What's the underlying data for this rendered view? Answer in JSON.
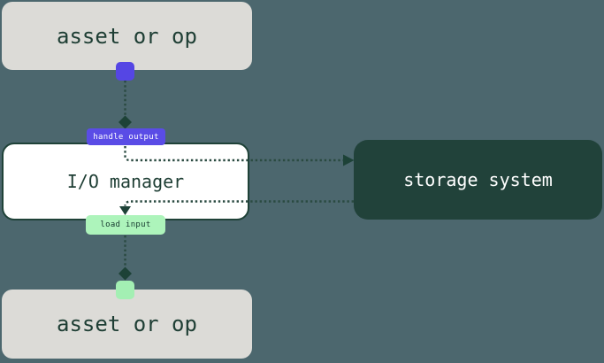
{
  "diagram": {
    "nodes": {
      "asset_top": {
        "label": "asset or op"
      },
      "io_manager": {
        "label": "I/O manager"
      },
      "storage_system": {
        "label": "storage system"
      },
      "asset_bottom": {
        "label": "asset or op"
      }
    },
    "edges": {
      "handle_output": {
        "label": "handle output",
        "badge_color": "#5a4ce6",
        "port_color": "#5546e4"
      },
      "load_input": {
        "label": "load input",
        "badge_color": "#adf4bb",
        "port_color": "#a3efb3"
      }
    },
    "theme": {
      "background": "#4c676e",
      "asset_box_bg": "#dcdbd7",
      "asset_box_text": "#1e3e34",
      "io_box_bg": "#ffffff",
      "io_box_border": "#1f4238",
      "storage_box_bg": "#21423a",
      "storage_box_text": "#ffffff",
      "connector": "#2a4a41",
      "arrowhead": "#1d4237"
    }
  }
}
